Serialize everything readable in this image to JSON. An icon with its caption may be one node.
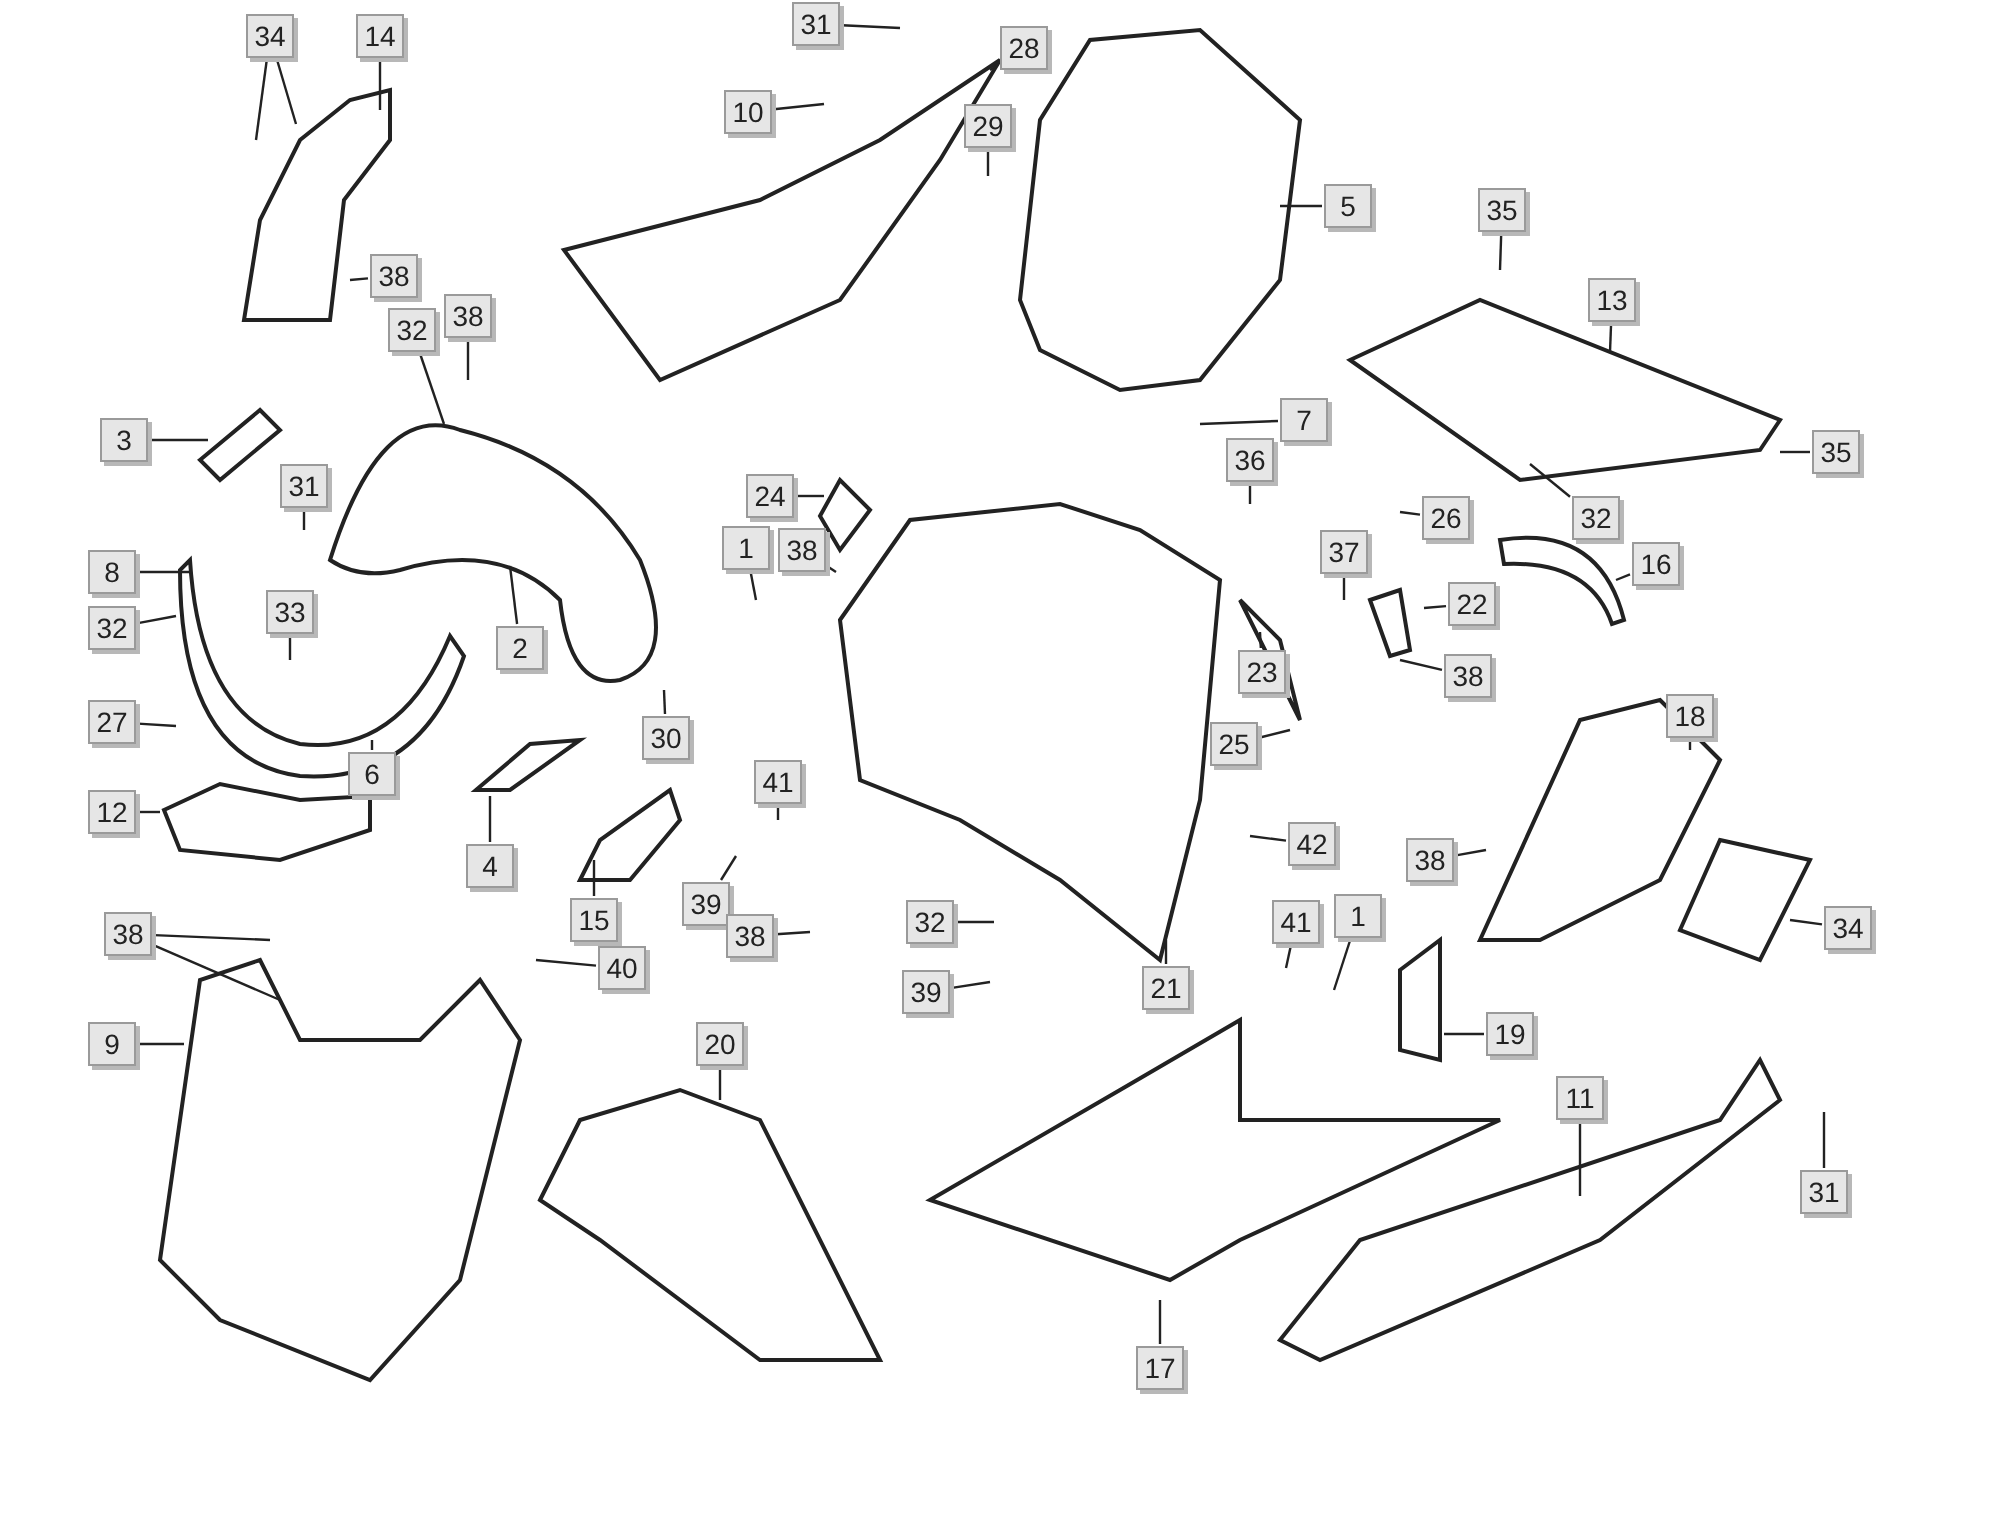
{
  "diagram": {
    "nodes": [
      {
        "text": [
          "34"
        ]
      },
      {
        "text": [
          "14"
        ]
      },
      {
        "text": [
          "31"
        ]
      },
      {
        "text": [
          "28"
        ]
      },
      {
        "text": [
          "10"
        ]
      },
      {
        "text": [
          "29"
        ]
      },
      {
        "text": [
          "5"
        ]
      },
      {
        "text": [
          "35"
        ]
      },
      {
        "text": [
          "38"
        ]
      },
      {
        "text": [
          "32"
        ]
      },
      {
        "text": [
          "38"
        ]
      },
      {
        "text": [
          "13"
        ]
      },
      {
        "text": [
          "3"
        ]
      },
      {
        "text": [
          "31"
        ]
      },
      {
        "text": [
          "7"
        ]
      },
      {
        "text": [
          "36"
        ]
      },
      {
        "text": [
          "24"
        ]
      },
      {
        "text": [
          "1"
        ]
      },
      {
        "text": [
          "38"
        ]
      },
      {
        "text": [
          "26"
        ]
      },
      {
        "text": [
          "35"
        ]
      },
      {
        "text": [
          "32"
        ]
      },
      {
        "text": [
          "16"
        ]
      },
      {
        "text": [
          "37"
        ]
      },
      {
        "text": [
          "22"
        ]
      },
      {
        "text": [
          "8"
        ]
      },
      {
        "text": [
          "32"
        ]
      },
      {
        "text": [
          "33"
        ]
      },
      {
        "text": [
          "2"
        ]
      },
      {
        "text": [
          "23"
        ]
      },
      {
        "text": [
          "38"
        ]
      },
      {
        "text": [
          "27"
        ]
      },
      {
        "text": [
          "6"
        ]
      },
      {
        "text": [
          "30"
        ]
      },
      {
        "text": [
          "25"
        ]
      },
      {
        "text": [
          "18"
        ]
      },
      {
        "text": [
          "12"
        ]
      },
      {
        "text": [
          "4"
        ]
      },
      {
        "text": [
          "41"
        ]
      },
      {
        "text": [
          "42"
        ]
      },
      {
        "text": [
          "15"
        ]
      },
      {
        "text": [
          "39"
        ]
      },
      {
        "text": [
          "38"
        ]
      },
      {
        "text": [
          "34"
        ]
      },
      {
        "text": [
          "38"
        ]
      },
      {
        "text": [
          "32"
        ]
      },
      {
        "text": [
          "40"
        ]
      },
      {
        "text": [
          "38"
        ]
      },
      {
        "text": [
          "21"
        ]
      },
      {
        "text": [
          "41"
        ]
      },
      {
        "text": [
          "1"
        ]
      },
      {
        "text": [
          "39"
        ]
      },
      {
        "text": [
          "9"
        ]
      },
      {
        "text": [
          "19"
        ]
      },
      {
        "text": [
          "20"
        ]
      },
      {
        "text": [
          "11"
        ]
      },
      {
        "text": [
          "31"
        ]
      },
      {
        "text": [
          "17"
        ]
      }
    ],
    "edges": [
      {
        "from": 0,
        "to": null,
        "arrow": "none"
      },
      {
        "from": 0,
        "to": null,
        "arrow": "none"
      },
      {
        "from": 1,
        "to": null,
        "arrow": "none"
      },
      {
        "from": 2,
        "to": null,
        "arrow": "none"
      },
      {
        "from": 3,
        "to": null,
        "arrow": "none"
      },
      {
        "from": 4,
        "to": null,
        "arrow": "none"
      },
      {
        "from": 5,
        "to": null,
        "arrow": "none"
      },
      {
        "from": 6,
        "to": null,
        "arrow": "none"
      },
      {
        "from": 7,
        "to": null,
        "arrow": "none"
      },
      {
        "from": 8,
        "to": null,
        "arrow": "none"
      },
      {
        "from": 9,
        "to": null,
        "arrow": "none"
      },
      {
        "from": 10,
        "to": null,
        "arrow": "none"
      },
      {
        "from": 11,
        "to": null,
        "arrow": "none"
      },
      {
        "from": 12,
        "to": null,
        "arrow": "none"
      },
      {
        "from": 13,
        "to": null,
        "arrow": "none"
      },
      {
        "from": 14,
        "to": null,
        "arrow": "none"
      },
      {
        "from": 15,
        "to": null,
        "arrow": "none"
      },
      {
        "from": 16,
        "to": null,
        "arrow": "none"
      },
      {
        "from": 17,
        "to": null,
        "arrow": "none"
      },
      {
        "from": 18,
        "to": null,
        "arrow": "none"
      },
      {
        "from": 19,
        "to": null,
        "arrow": "none"
      },
      {
        "from": 20,
        "to": null,
        "arrow": "none"
      },
      {
        "from": 21,
        "to": null,
        "arrow": "none"
      },
      {
        "from": 22,
        "to": null,
        "arrow": "none"
      },
      {
        "from": 23,
        "to": null,
        "arrow": "none"
      },
      {
        "from": 24,
        "to": null,
        "arrow": "none"
      },
      {
        "from": 25,
        "to": null,
        "arrow": "none"
      },
      {
        "from": 26,
        "to": null,
        "arrow": "none"
      },
      {
        "from": 27,
        "to": null,
        "arrow": "none"
      },
      {
        "from": 28,
        "to": null,
        "arrow": "none"
      },
      {
        "from": 29,
        "to": null,
        "arrow": "none"
      },
      {
        "from": 30,
        "to": null,
        "arrow": "none"
      },
      {
        "from": 31,
        "to": null,
        "arrow": "none"
      },
      {
        "from": 32,
        "to": null,
        "arrow": "none"
      },
      {
        "from": 33,
        "to": null,
        "arrow": "none"
      },
      {
        "from": 34,
        "to": null,
        "arrow": "none"
      },
      {
        "from": 35,
        "to": null,
        "arrow": "none"
      },
      {
        "from": 36,
        "to": null,
        "arrow": "none"
      },
      {
        "from": 37,
        "to": null,
        "arrow": "none"
      },
      {
        "from": 38,
        "to": null,
        "arrow": "none"
      },
      {
        "from": 39,
        "to": null,
        "arrow": "none"
      },
      {
        "from": 40,
        "to": null,
        "arrow": "none"
      },
      {
        "from": 41,
        "to": null,
        "arrow": "none"
      },
      {
        "from": 42,
        "to": null,
        "arrow": "none"
      },
      {
        "from": 43,
        "to": null,
        "arrow": "none"
      },
      {
        "from": 44,
        "to": null,
        "arrow": "none"
      },
      {
        "from": 45,
        "to": null,
        "arrow": "none"
      },
      {
        "from": 46,
        "to": null,
        "arrow": "none"
      },
      {
        "from": 47,
        "to": null,
        "arrow": "none"
      },
      {
        "from": 48,
        "to": null,
        "arrow": "none"
      },
      {
        "from": 49,
        "to": null,
        "arrow": "none"
      },
      {
        "from": 50,
        "to": null,
        "arrow": "none"
      },
      {
        "from": 51,
        "to": null,
        "arrow": "none"
      },
      {
        "from": 52,
        "to": null,
        "arrow": "none"
      },
      {
        "from": 53,
        "to": null,
        "arrow": "none"
      },
      {
        "from": 54,
        "to": null,
        "arrow": "none"
      },
      {
        "from": 55,
        "to": null,
        "arrow": "none"
      },
      {
        "from": 56,
        "to": null,
        "arrow": "none"
      },
      {
        "from": 57,
        "to": null,
        "arrow": "none"
      },
      {
        "from": 44,
        "to": null,
        "arrow": "none"
      }
    ]
  }
}
